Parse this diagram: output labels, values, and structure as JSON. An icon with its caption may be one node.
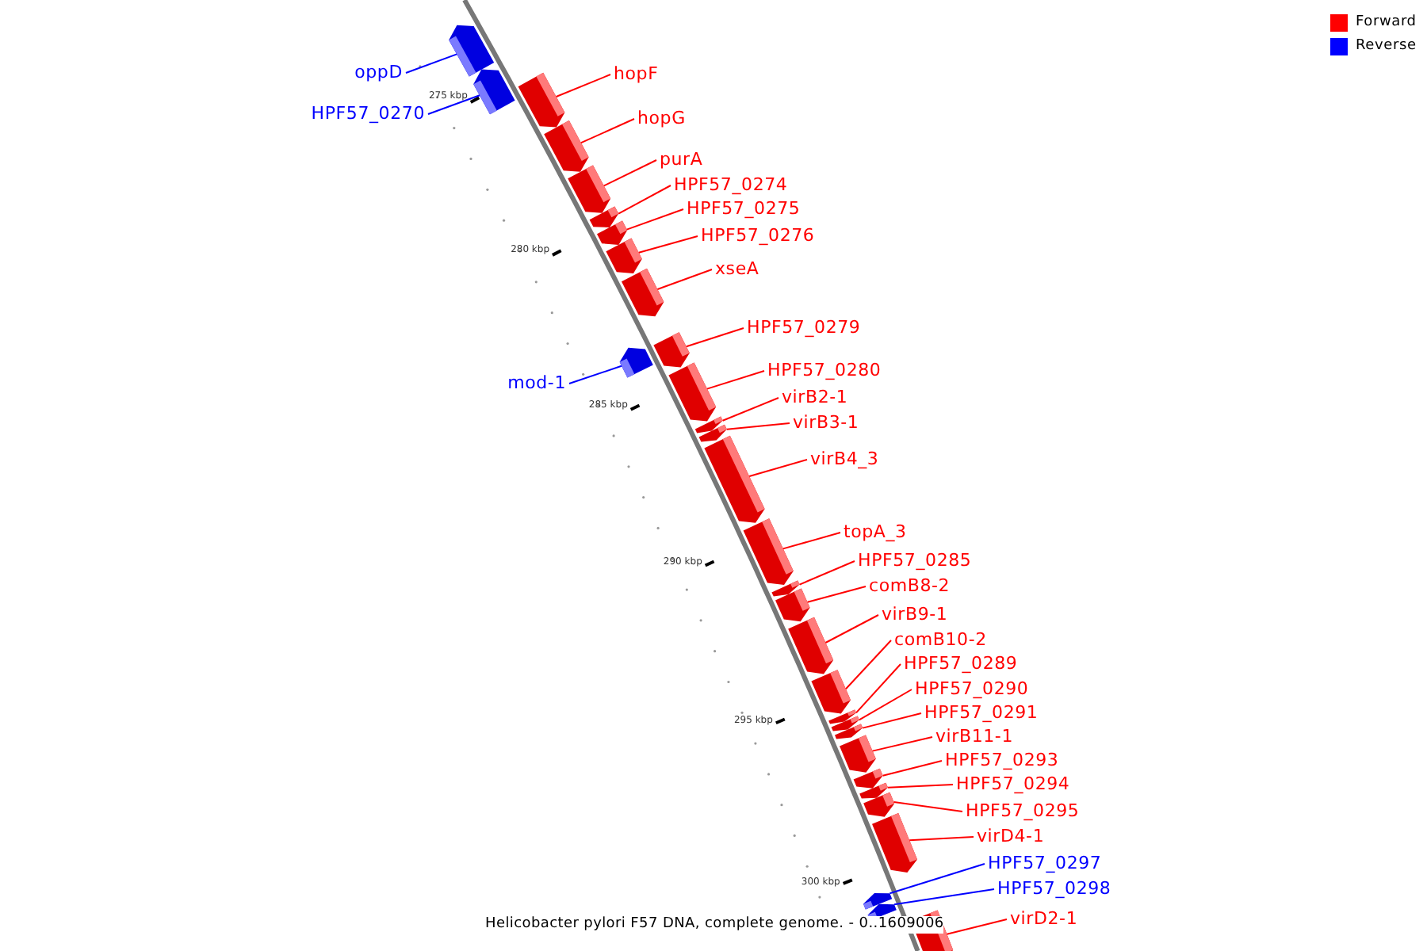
{
  "diagram": {
    "caption": "Helicobacter pylori F57 DNA, complete genome. - 0..1609006",
    "nodes": [
      {
        "text": [
          "oppD"
        ]
      },
      {
        "text": [],
        "shape": "bar"
      },
      {
        "text": [
          "hopF"
        ]
      },
      {
        "text": [],
        "shape": "bar"
      },
      {
        "text": [
          "HPF57_0270"
        ]
      },
      {
        "text": [],
        "shape": "bar"
      },
      {
        "text": [
          "hopG"
        ]
      },
      {
        "text": [],
        "shape": "bar"
      },
      {
        "text": [
          "purA"
        ]
      },
      {
        "text": [],
        "shape": "bar"
      },
      {
        "text": [
          "HPF57_0274"
        ]
      },
      {
        "text": [],
        "shape": "bar"
      },
      {
        "text": [
          "HPF57_0275"
        ]
      },
      {
        "text": [],
        "shape": "bar"
      },
      {
        "text": [
          "HPF57_0276"
        ]
      },
      {
        "text": [],
        "shape": "bar"
      },
      {
        "text": [
          "xseA"
        ]
      },
      {
        "text": [],
        "shape": "bar"
      },
      {
        "text": [
          "HPF57_0279"
        ]
      },
      {
        "text": [],
        "shape": "bar"
      },
      {
        "text": [
          "HPF57_0280"
        ]
      },
      {
        "text": [],
        "shape": "bar"
      },
      {
        "text": [
          "mod-1"
        ]
      },
      {
        "text": [],
        "shape": "bar"
      },
      {
        "text": [
          "virB2-1"
        ]
      },
      {
        "text": [],
        "shape": "bar"
      },
      {
        "text": [
          "virB3-1"
        ]
      },
      {
        "text": [],
        "shape": "bar"
      },
      {
        "text": [
          "virB4_3"
        ]
      },
      {
        "text": [],
        "shape": "bar"
      },
      {
        "text": [
          "topA_3"
        ]
      },
      {
        "text": [],
        "shape": "bar"
      },
      {
        "text": [
          "HPF57_0285"
        ]
      },
      {
        "text": [],
        "shape": "bar"
      },
      {
        "text": [
          "comB8-2"
        ]
      },
      {
        "text": [],
        "shape": "bar"
      },
      {
        "text": [
          "virB9-1"
        ]
      },
      {
        "text": [],
        "shape": "bar"
      },
      {
        "text": [
          "comB10-2"
        ]
      },
      {
        "text": [],
        "shape": "bar"
      },
      {
        "text": [
          "HPF57_0289"
        ]
      },
      {
        "text": [],
        "shape": "bar"
      },
      {
        "text": [
          "HPF57_0290"
        ]
      },
      {
        "text": [],
        "shape": "bar"
      },
      {
        "text": [
          "HPF57_0291"
        ]
      },
      {
        "text": [],
        "shape": "bar"
      },
      {
        "text": [
          "virB11-1"
        ]
      },
      {
        "text": [],
        "shape": "bar"
      },
      {
        "text": [
          "HPF57_0293"
        ]
      },
      {
        "text": [],
        "shape": "bar"
      },
      {
        "text": [
          "HPF57_0294"
        ]
      },
      {
        "text": [],
        "shape": "bar"
      },
      {
        "text": [
          "HPF57_0295"
        ]
      },
      {
        "text": [],
        "shape": "bar"
      },
      {
        "text": [
          "virD4-1"
        ]
      },
      {
        "text": [],
        "shape": "bar"
      },
      {
        "text": [
          "HPF57_0297"
        ]
      },
      {
        "text": [],
        "shape": "bar"
      },
      {
        "text": [
          "HPF57_0298"
        ]
      },
      {
        "text": [],
        "shape": "bar"
      },
      {
        "text": [
          "virD2-1"
        ]
      },
      {
        "text": [],
        "shape": "bar"
      }
    ],
    "edges": [
      {
        "from": 0,
        "to": 1,
        "arrow": "none",
        "color": "#0000ff"
      },
      {
        "from": 2,
        "to": 3,
        "arrow": "none"
      },
      {
        "from": 4,
        "to": 5,
        "arrow": "none",
        "color": "#0000ff"
      },
      {
        "from": 6,
        "to": 7,
        "arrow": "none"
      },
      {
        "from": 8,
        "to": 9,
        "arrow": "none"
      },
      {
        "from": 10,
        "to": 11,
        "arrow": "none"
      },
      {
        "from": 12,
        "to": 13,
        "arrow": "none"
      },
      {
        "from": 14,
        "to": 15,
        "arrow": "none"
      },
      {
        "from": 16,
        "to": 17,
        "arrow": "none"
      },
      {
        "from": 18,
        "to": 19,
        "arrow": "none"
      },
      {
        "from": 20,
        "to": 21,
        "arrow": "none"
      },
      {
        "from": 22,
        "to": 23,
        "arrow": "none",
        "color": "#0000ff"
      },
      {
        "from": 24,
        "to": 25,
        "arrow": "none"
      },
      {
        "from": 26,
        "to": 27,
        "arrow": "none"
      },
      {
        "from": 28,
        "to": 29,
        "arrow": "none"
      },
      {
        "from": 30,
        "to": 31,
        "arrow": "none"
      },
      {
        "from": 32,
        "to": 33,
        "arrow": "none"
      },
      {
        "from": 34,
        "to": 35,
        "arrow": "none"
      },
      {
        "from": 36,
        "to": 37,
        "arrow": "none"
      },
      {
        "from": 38,
        "to": 39,
        "arrow": "none"
      },
      {
        "from": 40,
        "to": 41,
        "arrow": "none"
      },
      {
        "from": 42,
        "to": 43,
        "arrow": "none"
      },
      {
        "from": 44,
        "to": 45,
        "arrow": "none"
      },
      {
        "from": 46,
        "to": 47,
        "arrow": "none"
      },
      {
        "from": 48,
        "to": 49,
        "arrow": "none"
      },
      {
        "from": 50,
        "to": 51,
        "arrow": "none"
      },
      {
        "from": 52,
        "to": 53,
        "arrow": "none"
      },
      {
        "from": 54,
        "to": 55,
        "arrow": "none"
      },
      {
        "from": 56,
        "to": 57,
        "arrow": "none",
        "color": "#0000ff"
      },
      {
        "from": 58,
        "to": 59,
        "arrow": "none",
        "color": "#0000ff"
      },
      {
        "from": 60,
        "to": 61,
        "arrow": "none"
      }
    ],
    "labels": [
      "275 kbp",
      "280 kbp",
      "285 kbp",
      "290 kbp",
      "295 kbp",
      "300 kbp"
    ],
    "legend": [
      {
        "text": "Forward",
        "color": "#ff0000"
      },
      {
        "text": "Reverse",
        "color": "#0000ff"
      }
    ]
  }
}
